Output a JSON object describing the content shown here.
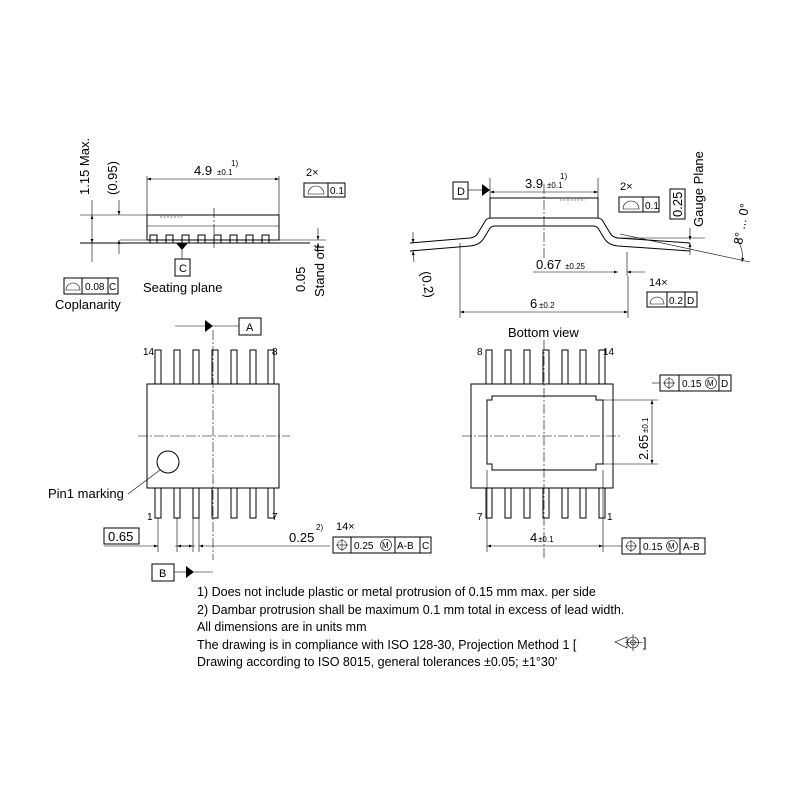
{
  "side_view": {
    "max_height": "1.15 Max.",
    "body_height": "(0.95)",
    "length_value": "4.9",
    "length_tol": "±0.1",
    "length_note_ref": "1)",
    "flatness_count": "2×",
    "flatness_value": "0.1",
    "datum_c": "C",
    "seating_plane": "Seating plane",
    "coplanarity_value": "0.08",
    "coplanarity_datum": "C",
    "coplanarity_label": "Coplanarity",
    "standoff_value": "0.05",
    "standoff_label": "Stand off"
  },
  "end_view": {
    "datum_d": "D",
    "width_value": "3.9",
    "width_tol": "±0.1",
    "width_note_ref": "1)",
    "flatness_count": "2×",
    "flatness_value": "0.1",
    "gauge_value": "0.25",
    "gauge_label": "Gauge Plane",
    "angle_label": "8° ... 0°",
    "lead_thickness": "(0.2)",
    "foot_value": "0.67",
    "foot_tol": "±0.25",
    "profile_count": "14×",
    "profile_value": "0.2",
    "profile_datum": "D",
    "span_value": "6",
    "span_tol": "±0.2"
  },
  "top_view": {
    "datum_a": "A",
    "datum_b": "B",
    "pin_14": "14",
    "pin_8": "8",
    "pin_1": "1",
    "pin_7": "7",
    "pin1_marking": "Pin1 marking",
    "pitch": "0.65",
    "lead_width": "0.25",
    "lead_note_ref": "2)",
    "pos_count": "14×",
    "pos_value": "0.25",
    "pos_mmc": "M",
    "pos_datums": "A-B",
    "pos_datum_c": "C"
  },
  "bottom_view": {
    "title": "Bottom view",
    "pin_8": "8",
    "pin_14": "14",
    "pin_7": "7",
    "pin_1": "1",
    "pad_height_value": "2.65",
    "pad_height_tol": "±0.1",
    "pad_width_value": "4",
    "pad_width_tol": "±0.1",
    "pos_top_value": "0.15",
    "pos_top_mmc": "M",
    "pos_top_datum": "D",
    "pos_bottom_value": "0.15",
    "pos_bottom_mmc": "M",
    "pos_bottom_datums": "A-B"
  },
  "notes": [
    "1) Does not include plastic or metal protrusion of 0.15 mm max. per side",
    "2) Dambar protrusion shall be maximum 0.1 mm total in excess of lead width.",
    "All dimensions are in units mm",
    "The drawing is in compliance with ISO 128-30, Projection Method 1 [",
    "Drawing according to ISO 8015, general tolerances ±0.05; ±1°30'"
  ],
  "projection_close": "]"
}
